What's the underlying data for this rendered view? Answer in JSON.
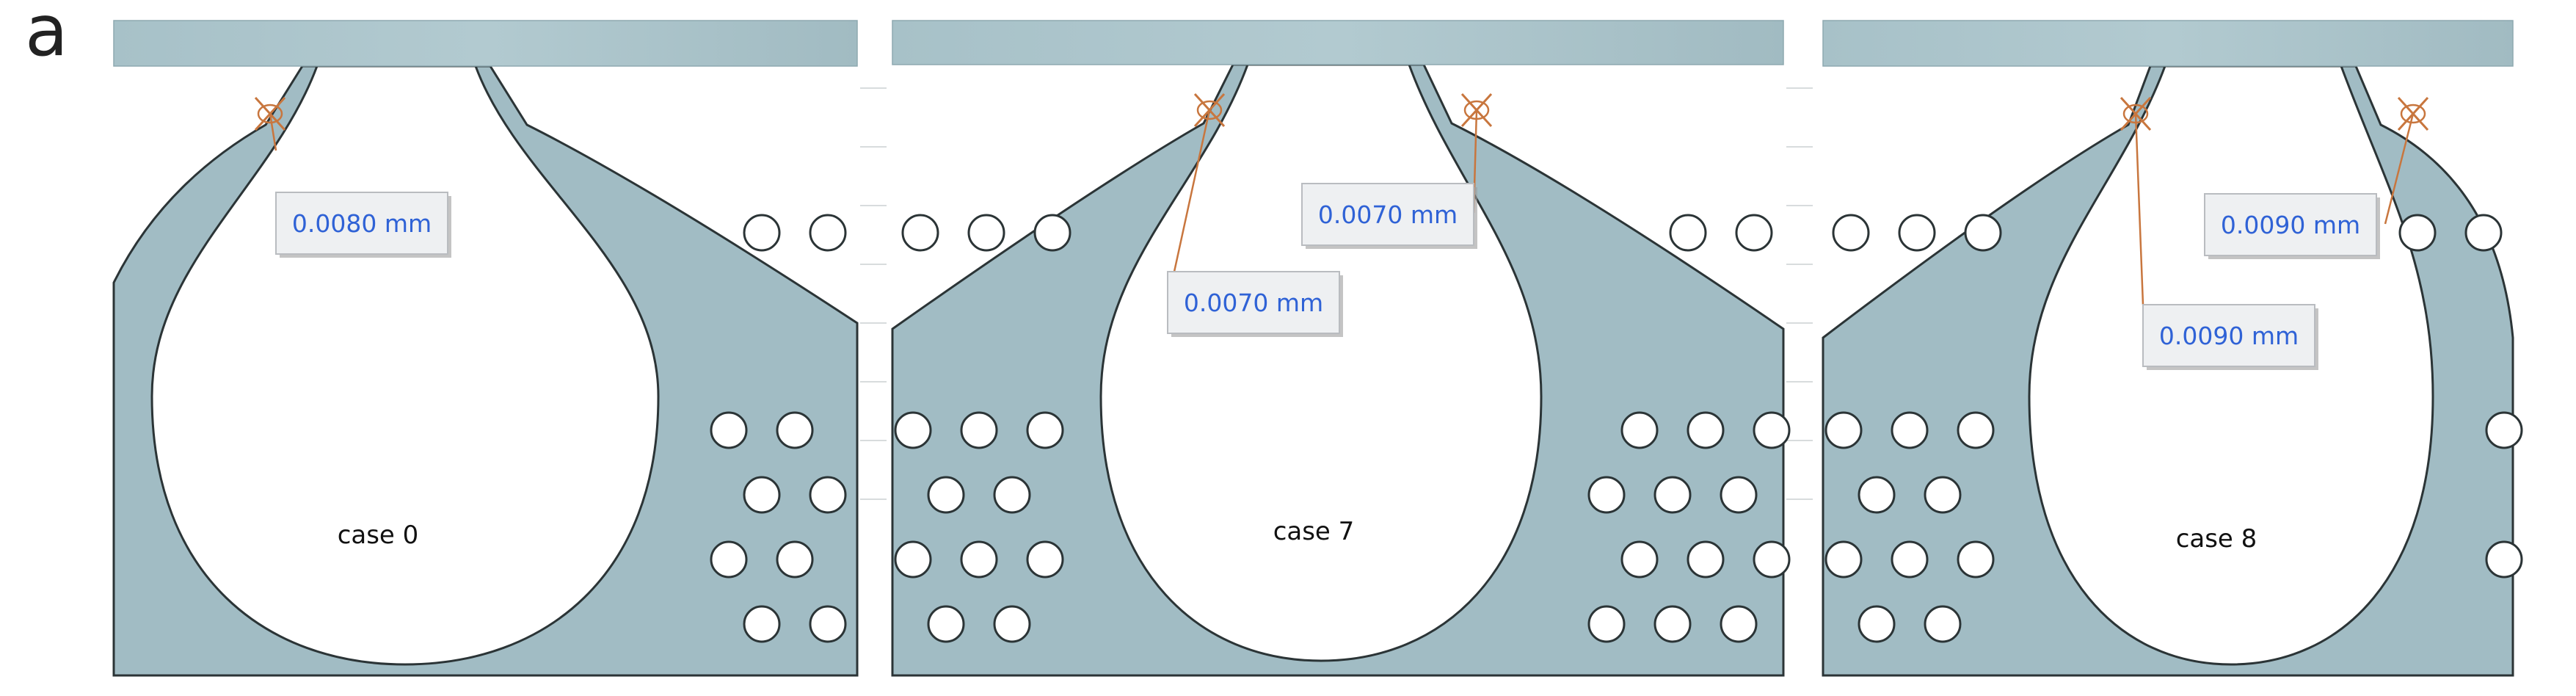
{
  "figure": {
    "panel_letter": "a",
    "colors": {
      "material": "#a1bcc4",
      "material_edge": "#2b3436",
      "plate": "#a9c3ca",
      "hole": "#ffffff",
      "measure_line": "#c8763e",
      "label_text": "#2f62d6"
    },
    "panels": [
      {
        "case_label": "case 0",
        "measurements": [
          "0.0080 mm"
        ]
      },
      {
        "case_label": "case 7",
        "measurements": [
          "0.0070 mm",
          "0.0070 mm"
        ]
      },
      {
        "case_label": "case 8",
        "measurements": [
          "0.0090 mm",
          "0.0090 mm"
        ]
      }
    ]
  }
}
